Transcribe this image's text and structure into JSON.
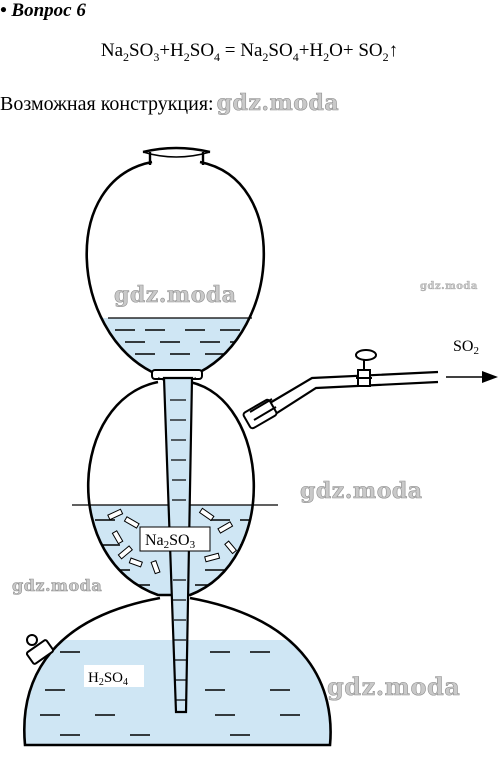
{
  "question": {
    "title": "• Вопрос 6"
  },
  "equation": {
    "p1": "Na",
    "s1": "2",
    "p2": "SO",
    "s2": "3",
    "p3": "+H",
    "s3": "2",
    "p4": "SO",
    "s4": "4",
    "p5": " = Na",
    "s5": "2",
    "p6": "SO",
    "s6": "4",
    "p7": "+H",
    "s7": "2",
    "p8": "O+ SO",
    "s8": "2",
    "p9": "↑"
  },
  "construction_label": "Возможная конструкция:",
  "watermark": "gdz.moda",
  "labels": {
    "gas_out": {
      "text": "SO",
      "sub": "2"
    },
    "solid": {
      "a": "Na",
      "b": "2",
      "c": "SO",
      "d": "3"
    },
    "acid": {
      "a": "H",
      "b": "2",
      "c": "SO",
      "d": "4"
    }
  },
  "colors": {
    "liquid": "#cfe6f4",
    "outline": "#000000",
    "watermark": "#c9c9c9"
  }
}
